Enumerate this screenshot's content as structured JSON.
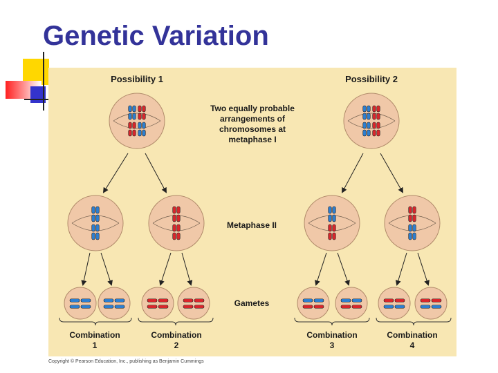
{
  "slide": {
    "title": "Genetic Variation",
    "copyright": "Copyright © Pearson Education, Inc., publishing as Benjamin Cummings"
  },
  "figure": {
    "possibility_1": "Possibility 1",
    "possibility_2": "Possibility 2",
    "metaphase_i_caption": [
      "Two equally probable",
      "arrangements of",
      "chromosomes at",
      "metaphase I"
    ],
    "metaphase_ii_label": "Metaphase II",
    "gametes_label": "Gametes",
    "combinations": [
      {
        "word": "Combination",
        "number": "1"
      },
      {
        "word": "Combination",
        "number": "2"
      },
      {
        "word": "Combination",
        "number": "3"
      },
      {
        "word": "Combination",
        "number": "4"
      }
    ]
  },
  "colors": {
    "title": "#333399",
    "background_panel": "#f8e7b3",
    "cell_fill": "#f0c8a8",
    "chromosome_blue": "#2d7fd1",
    "chromosome_red": "#d9262c",
    "deco_yellow": "#ffd700",
    "deco_red": "#ff3333",
    "deco_blue": "#3333cc"
  }
}
